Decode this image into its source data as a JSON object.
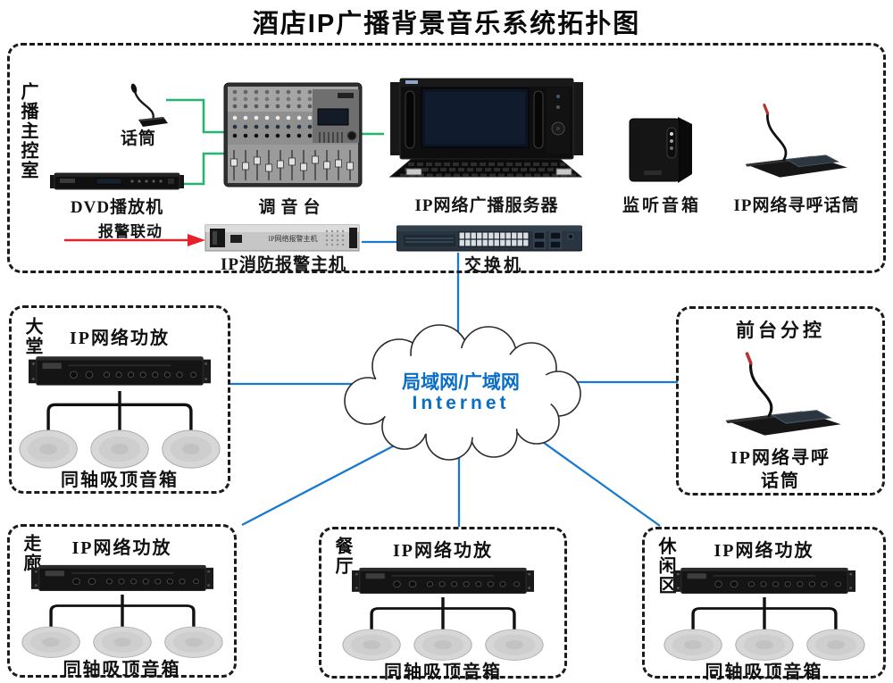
{
  "title": "酒店IP广播背景音乐系统拓扑图",
  "control_room": {
    "label": "广播主控室",
    "alarm_link_label": "报警联动",
    "devices": {
      "microphone": "话筒",
      "dvd_player": "DVD播放机",
      "mixer": "调音台",
      "broadcast_server": "IP网络广播服务器",
      "monitor_speaker": "监听音箱",
      "paging_mic": "IP网络寻呼话筒",
      "fire_alarm_host": "IP消防报警主机",
      "fire_alarm_host_panel": "IP网络报警主机",
      "switch": "交换机"
    }
  },
  "cloud": {
    "line1": "局域网/广域网",
    "line2": "Internet"
  },
  "zones": {
    "lobby": {
      "name": "大堂",
      "amp_label": "IP网络功放",
      "speakers_label": "同轴吸顶音箱"
    },
    "corridor": {
      "name": "走廊",
      "amp_label": "IP网络功放",
      "speakers_label": "同轴吸顶音箱"
    },
    "restaurant": {
      "name": "餐厅",
      "amp_label": "IP网络功放",
      "speakers_label": "同轴吸顶音箱"
    },
    "leisure": {
      "name": "休闲区",
      "amp_label": "IP网络功放",
      "speakers_label": "同轴吸顶音箱"
    },
    "front_desk": {
      "name": "前台分控",
      "device_label_line1": "IP网络寻呼",
      "device_label_line2": "话筒"
    }
  },
  "colors": {
    "connection_green": "#26b570",
    "connection_blue": "#1779cf",
    "alarm_red": "#e62129",
    "cloud_text": "#0b6ec5"
  }
}
